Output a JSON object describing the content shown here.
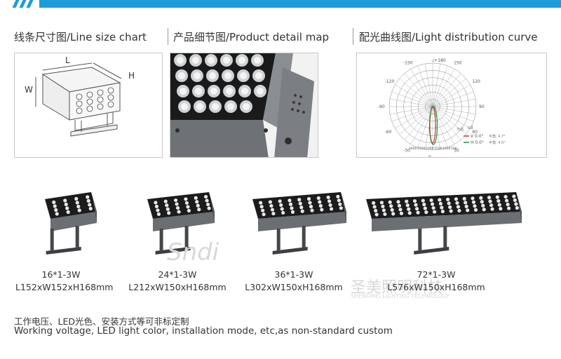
{
  "sections": {
    "line_size": "线条尺寸图/Line size chart",
    "product_detail": "产品细节图/Product detail map",
    "light_distribution": "配光曲线图/Light distribution curve"
  },
  "dimension_labels": {
    "length": "L",
    "width": "W",
    "height": "H"
  },
  "polar_chart": {
    "top_label": "-/+180",
    "angle_labels": [
      "150",
      "-150",
      "120",
      "-120",
      "90",
      "-90",
      "60",
      "-60",
      "30",
      "-30",
      "0"
    ],
    "radial_labels": [
      "3000",
      "2500",
      "2000",
      "1500",
      "1000",
      "500"
    ],
    "legend": {
      "unit": "cd",
      "v_label": "V 0.0°",
      "h_label": "H 0.0°",
      "v_beam": "半角: 4.7°",
      "h_beam": "半角: 4.0°",
      "side_label": "光强"
    },
    "colors": {
      "v_curve": "#c0392b",
      "h_curve": "#2e8b3e"
    }
  },
  "models": [
    {
      "spec": "16*1-3W",
      "dims": "L152xW152xH168mm",
      "leds": 16
    },
    {
      "spec": "24*1-3W",
      "dims": "L212xW150xH168mm",
      "leds": 24
    },
    {
      "spec": "36*1-3W",
      "dims": "L302xW150xH168mm",
      "leds": 36
    },
    {
      "spec": "72*1-3W",
      "dims": "L576xW150xH168mm",
      "leds": 72
    }
  ],
  "notes": {
    "cn": "工作电压、LED光色、安装方式等可非标定制",
    "en": "Working voltage, LED light color, installation mode, etc,as non-standard custom"
  },
  "watermark": {
    "brand": "Sndi",
    "cn": "圣美照明科技",
    "en": "SHENGMEI LIGHTING TECHNOLOGY"
  },
  "colors": {
    "accent": "#1e9bd8",
    "housing": "#6b6e72",
    "led": "#e8e8e8"
  }
}
